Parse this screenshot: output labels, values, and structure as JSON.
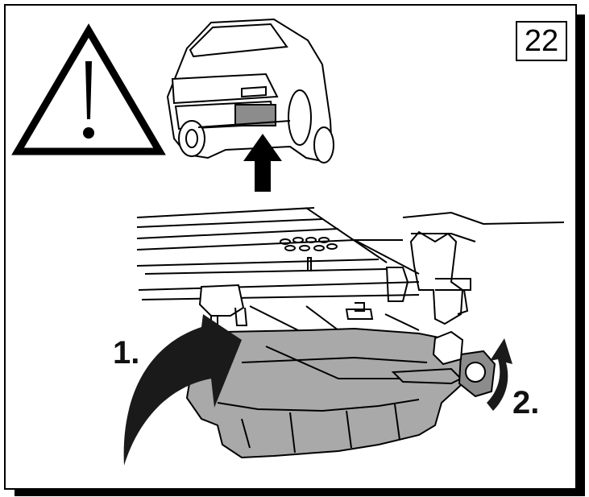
{
  "step": {
    "number": "22"
  },
  "callouts": {
    "step1": "1.",
    "step2": "2."
  },
  "icons": [
    "warning-triangle-icon",
    "car-rear-view",
    "up-arrow-icon",
    "curved-arrow-icon",
    "rotate-arrow-icon"
  ],
  "colors": {
    "line": "#000000",
    "part_fill": "#a9a9a9",
    "arrow_fill": "#1a1a1a",
    "background": "#ffffff"
  }
}
